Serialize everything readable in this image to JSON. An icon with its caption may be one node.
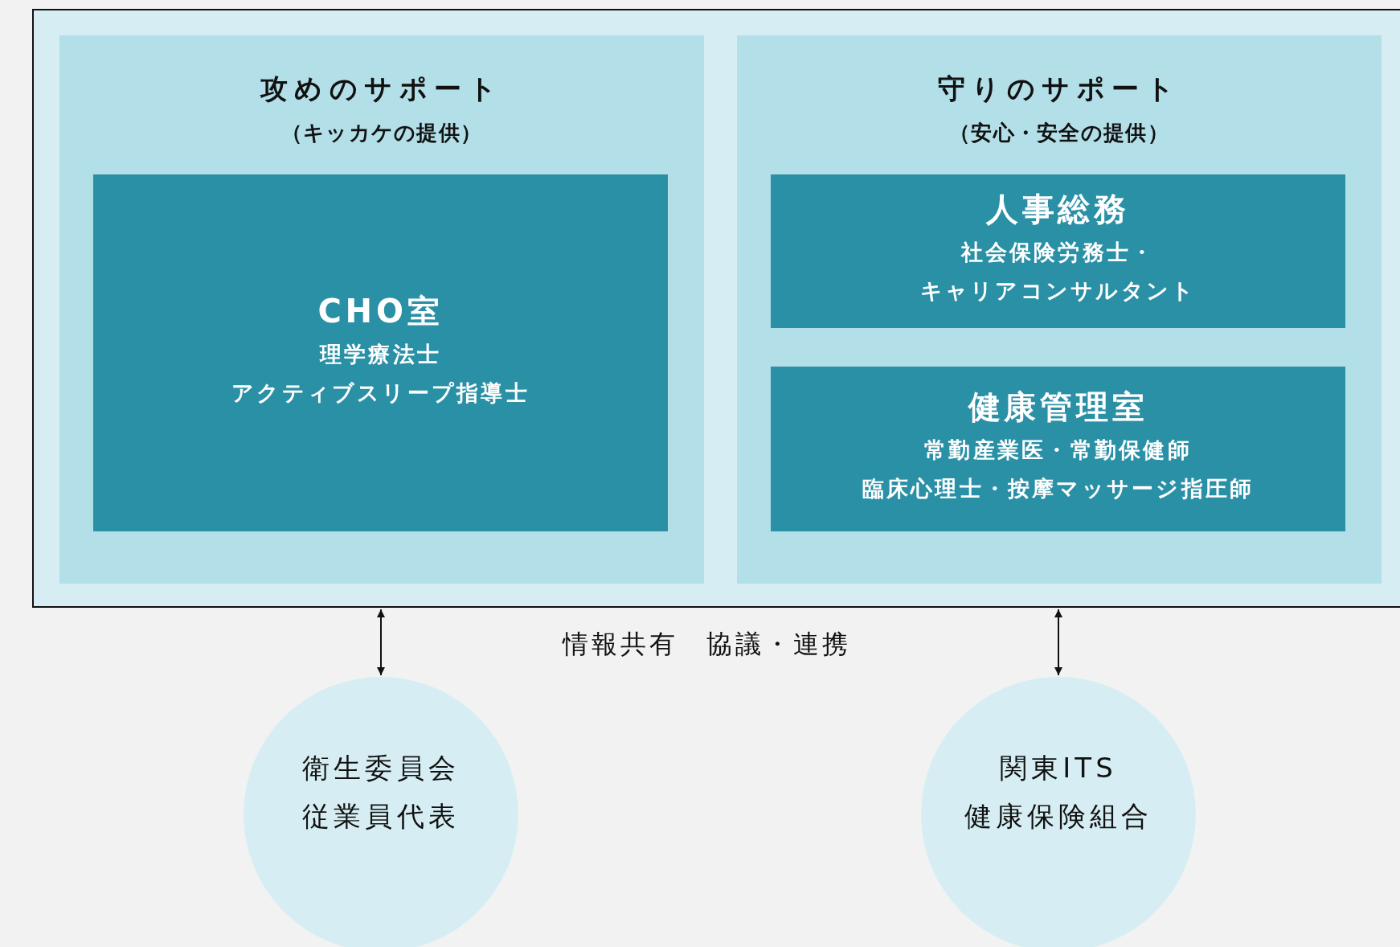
{
  "diagram": {
    "nodes": [
      {
        "text": [],
        "shape": "box"
      },
      {
        "text": [
          "攻めのサポート",
          "（キッカケの提供）"
        ],
        "in": 0
      },
      {
        "text": [
          "CHO室",
          "理学療法士",
          "アクティブスリープ指導士"
        ],
        "in": 1
      },
      {
        "text": [
          "守りのサポート",
          "（安心・安全の提供）"
        ],
        "in": 0
      },
      {
        "text": [
          "人事総務",
          "社会保険労務士・",
          "キャリアコンサルタント"
        ],
        "in": 3
      },
      {
        "text": [
          "健康管理室",
          "常勤産業医・常勤保健師",
          "臨床心理士・按摩マッサージ指圧師"
        ],
        "in": 3
      },
      {
        "text": [
          "衛生委員会",
          "従業員代表"
        ]
      },
      {
        "text": [
          "関東ITS",
          "健康保険組合"
        ]
      }
    ],
    "edges": [
      {
        "from": 0,
        "to": 6,
        "arrow": "both"
      },
      {
        "from": 0,
        "to": 7,
        "arrow": "both"
      }
    ],
    "labels": [
      "情報共有　協議・連携"
    ]
  }
}
